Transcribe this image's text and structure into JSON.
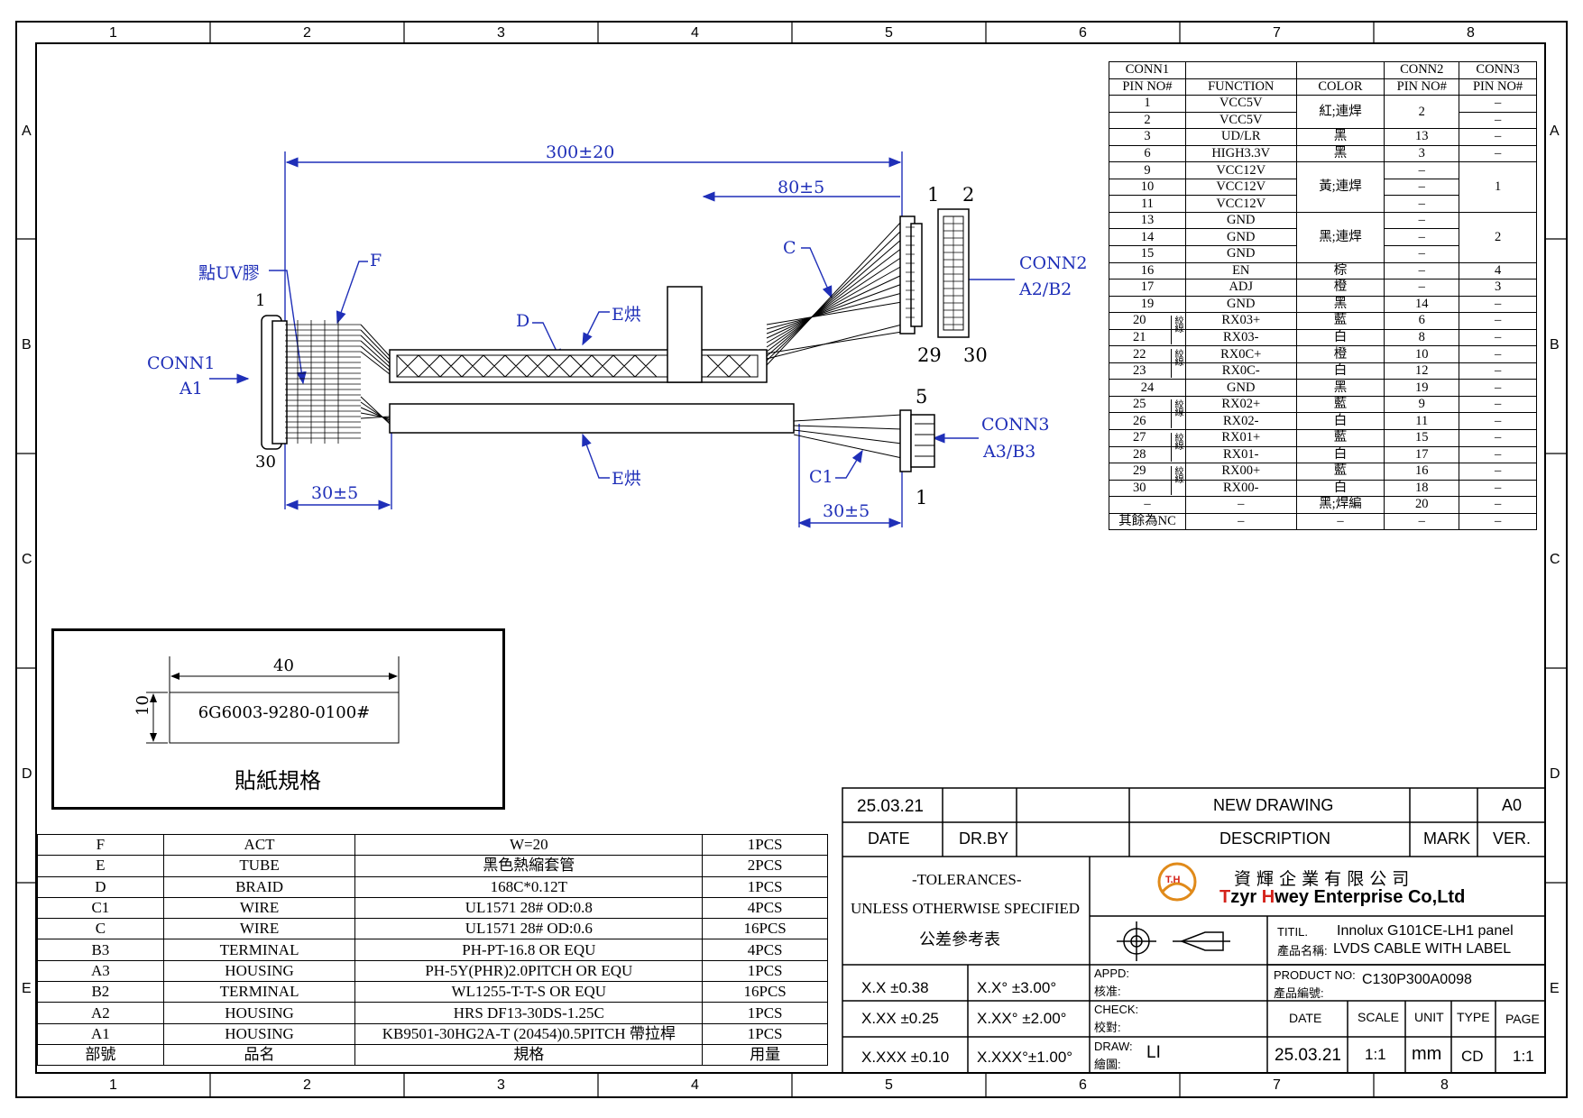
{
  "zones": {
    "columns": [
      "1",
      "2",
      "3",
      "4",
      "5",
      "6",
      "7",
      "8"
    ],
    "rows": [
      "A",
      "B",
      "C",
      "D",
      "E"
    ]
  },
  "drawing": {
    "dim_total": "300±20",
    "dim_conn2": "80±5",
    "dim_conn1": "30±5",
    "dim_conn3": "30±5",
    "uv_glue": "點UV膠",
    "label_f": "F",
    "label_c": "C",
    "label_d": "D",
    "label_e_top": "E烘",
    "label_e_bottom": "E烘",
    "label_c1": "C1",
    "conn1_name": "CONN1",
    "conn1_id": "A1",
    "conn1_pin_first": "1",
    "conn1_pin_last": "30",
    "conn2_name": "CONN2",
    "conn2_id": "A2/B2",
    "conn2_pin_1": "1",
    "conn2_pin_2": "2",
    "conn2_pin_29": "29",
    "conn2_pin_30": "30",
    "conn3_name": "CONN3",
    "conn3_id": "A3/B3",
    "conn3_pin_5": "5",
    "conn3_pin_1": "1"
  },
  "label_spec": {
    "width": "40",
    "height": "10",
    "text": "6G6003-9280-0100#",
    "caption": "貼紙規格"
  },
  "pin_table": {
    "header1": [
      "CONN1",
      "",
      "",
      "CONN2",
      "CONN3"
    ],
    "header2": [
      "PIN NO#",
      "FUNCTION",
      "COLOR",
      "PIN NO#",
      "PIN NO#"
    ],
    "twist_label": "絞線",
    "rows": [
      {
        "pin": "1",
        "func": "VCC5V",
        "color": "紅;連焊",
        "c2": "2",
        "c3": "–"
      },
      {
        "pin": "2",
        "func": "VCC5V",
        "color": "",
        "c2": "",
        "c3": "–"
      },
      {
        "pin": "3",
        "func": "UD/LR",
        "color": "黑",
        "c2": "13",
        "c3": "–"
      },
      {
        "pin": "6",
        "func": "HIGH3.3V",
        "color": "黑",
        "c2": "3",
        "c3": "–"
      },
      {
        "pin": "9",
        "func": "VCC12V",
        "color": "黃;連焊",
        "c2": "–",
        "c3": "1"
      },
      {
        "pin": "10",
        "func": "VCC12V",
        "color": "",
        "c2": "–",
        "c3": ""
      },
      {
        "pin": "11",
        "func": "VCC12V",
        "color": "",
        "c2": "–",
        "c3": ""
      },
      {
        "pin": "13",
        "func": "GND",
        "color": "黑;連焊",
        "c2": "–",
        "c3": "2"
      },
      {
        "pin": "14",
        "func": "GND",
        "color": "",
        "c2": "–",
        "c3": ""
      },
      {
        "pin": "15",
        "func": "GND",
        "color": "",
        "c2": "–",
        "c3": ""
      },
      {
        "pin": "16",
        "func": "EN",
        "color": "棕",
        "c2": "–",
        "c3": "4"
      },
      {
        "pin": "17",
        "func": "ADJ",
        "color": "橙",
        "c2": "–",
        "c3": "3"
      },
      {
        "pin": "19",
        "func": "GND",
        "color": "黑",
        "c2": "14",
        "c3": "–"
      },
      {
        "pin": "20",
        "func": "RX03+",
        "color": "藍",
        "c2": "6",
        "c3": "–"
      },
      {
        "pin": "21",
        "func": "RX03-",
        "color": "白",
        "c2": "8",
        "c3": "–"
      },
      {
        "pin": "22",
        "func": "RX0C+",
        "color": "橙",
        "c2": "10",
        "c3": "–"
      },
      {
        "pin": "23",
        "func": "RX0C-",
        "color": "白",
        "c2": "12",
        "c3": "–"
      },
      {
        "pin": "24",
        "func": "GND",
        "color": "黑",
        "c2": "19",
        "c3": "–"
      },
      {
        "pin": "25",
        "func": "RX02+",
        "color": "藍",
        "c2": "9",
        "c3": "–"
      },
      {
        "pin": "26",
        "func": "RX02-",
        "color": "白",
        "c2": "11",
        "c3": "–"
      },
      {
        "pin": "27",
        "func": "RX01+",
        "color": "藍",
        "c2": "15",
        "c3": "–"
      },
      {
        "pin": "28",
        "func": "RX01-",
        "color": "白",
        "c2": "17",
        "c3": "–"
      },
      {
        "pin": "29",
        "func": "RX00+",
        "color": "藍",
        "c2": "16",
        "c3": "–"
      },
      {
        "pin": "30",
        "func": "RX00-",
        "color": "白",
        "c2": "18",
        "c3": "–"
      },
      {
        "pin": "–",
        "func": "–",
        "color": "黑;焊編",
        "c2": "20",
        "c3": "–"
      },
      {
        "pin": "其餘為NC",
        "func": "–",
        "color": "–",
        "c2": "–",
        "c3": "–"
      }
    ]
  },
  "bom": {
    "rows": [
      {
        "id": "F",
        "name": "ACT",
        "spec": "W=20",
        "qty": "1PCS"
      },
      {
        "id": "E",
        "name": "TUBE",
        "spec": "黑色熱縮套管",
        "qty": "2PCS"
      },
      {
        "id": "D",
        "name": "BRAID",
        "spec": "168C*0.12T",
        "qty": "1PCS"
      },
      {
        "id": "C1",
        "name": "WIRE",
        "spec": "UL1571 28# OD:0.8",
        "qty": "4PCS"
      },
      {
        "id": "C",
        "name": "WIRE",
        "spec": "UL1571 28# OD:0.6",
        "qty": "16PCS"
      },
      {
        "id": "B3",
        "name": "TERMINAL",
        "spec": "PH-PT-16.8 OR EQU",
        "qty": "4PCS"
      },
      {
        "id": "A3",
        "name": "HOUSING",
        "spec": "PH-5Y(PHR)2.0PITCH OR EQU",
        "qty": "1PCS"
      },
      {
        "id": "B2",
        "name": "TERMINAL",
        "spec": "WL1255-T-T-S OR EQU",
        "qty": "16PCS"
      },
      {
        "id": "A2",
        "name": "HOUSING",
        "spec": "HRS DF13-30DS-1.25C",
        "qty": "1PCS"
      },
      {
        "id": "A1",
        "name": "HOUSING",
        "spec": "KB9501-30HG2A-T (20454)0.5PITCH 帶拉桿",
        "qty": "1PCS"
      }
    ],
    "header": {
      "id": "部號",
      "name": "品名",
      "spec": "規格",
      "qty": "用量"
    }
  },
  "title_block": {
    "rev_date": "25.03.21",
    "rev_desc": "NEW  DRAWING",
    "rev_ver": "A0",
    "date_label": "DATE",
    "drby_label": "DR.BY",
    "desc_label": "DESCRIPTION",
    "mark_label": "MARK",
    "ver_label": "VER.",
    "tol_title": "-TOLERANCES-",
    "tol_sub": "UNLESS OTHERWISE SPECIFIED",
    "tol_cn": "公差參考表",
    "tol_x": "X.X    ±0.38",
    "tol_xa": "X.X°    ±3.00°",
    "tol_xx": "X.XX  ±0.25",
    "tol_xxa": "X.XX°  ±2.00°",
    "tol_xxx": "X.XXX  ±0.10",
    "tol_xxxa": "X.XXX°±1.00°",
    "company_cn": "資 輝 企 業 有 限 公 司",
    "company_en_t": "T",
    "company_en_zyr": "zyr ",
    "company_en_h": "H",
    "company_en_rest": "wey Enterprise Co,Ltd",
    "logo_text": "T.H",
    "titil_label": "TITIL.",
    "titil_cn": "產品名稱:",
    "title_line1": "Innolux G101CE-LH1 panel",
    "title_line2": "LVDS CABLE WITH LABEL",
    "appd_label": "APPD:",
    "appd_cn": "核准:",
    "check_label": "CHECK:",
    "check_cn": "校對:",
    "draw_label": "DRAW:",
    "draw_cn": "繪圖:",
    "draw_value": "LI",
    "product_no_label": "PRODUCT NO:",
    "product_no_cn": "產品編號:",
    "product_no": "C130P300A0098",
    "hdr_date": "DATE",
    "hdr_scale": "SCALE",
    "hdr_unit": "UNIT",
    "hdr_type": "TYPE",
    "hdr_page": "PAGE",
    "val_date": "25.03.21",
    "val_scale": "1:1",
    "val_unit": "mm",
    "val_type": "CD",
    "val_page": "1:1"
  },
  "colors": {
    "annotation": "#1f2fb8",
    "logo_orange": "#e08a1a",
    "logo_red": "#d4231b"
  }
}
